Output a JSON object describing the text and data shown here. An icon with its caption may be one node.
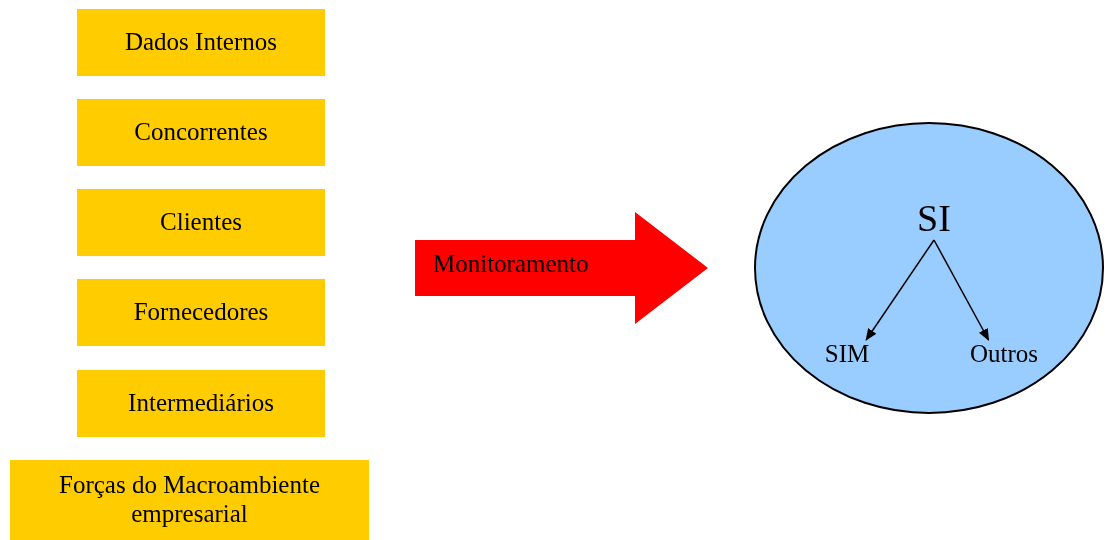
{
  "diagram": {
    "nodes": [
      {
        "text": [
          "Dados Internos"
        ]
      },
      {
        "text": [
          "Concorrentes"
        ]
      },
      {
        "text": [
          "Clientes"
        ]
      },
      {
        "text": [
          "Fornecedores"
        ]
      },
      {
        "text": [
          "Intermediários"
        ]
      },
      {
        "text": [
          "Forças do Macroambiente empresarial"
        ]
      },
      {
        "text": [
          "Monitoramento"
        ]
      },
      {
        "text": [],
        "shape": "ellipse"
      },
      {
        "text": [
          "SI"
        ],
        "in": 7
      },
      {
        "text": [
          "SIM"
        ],
        "in": 7
      },
      {
        "text": [
          "Outros"
        ],
        "in": 7
      }
    ],
    "edges": [
      {
        "from": 8,
        "to": 9,
        "arrow": "to"
      },
      {
        "from": 8,
        "to": 10,
        "arrow": "to"
      }
    ]
  }
}
